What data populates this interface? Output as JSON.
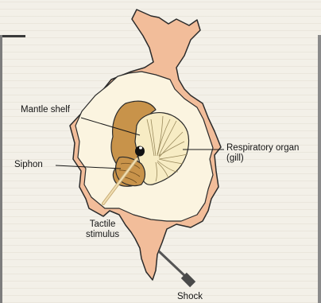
{
  "labels": {
    "mantle_shelf": "Mantle shelf",
    "siphon": "Siphon",
    "respiratory_organ": "Respiratory organ\n(gill)",
    "tactile_stimulus": "Tactile\nstimulus",
    "shock": "Shock"
  },
  "colors": {
    "body": "#f2bd9a",
    "body_outline": "#2b2b2b",
    "inner_area": "#fbf4e0",
    "mantle_shelf": "#c8934a",
    "gill": "#f7ecc4",
    "probe": "#e9d0a0",
    "electrode": "#4f4f4f"
  }
}
